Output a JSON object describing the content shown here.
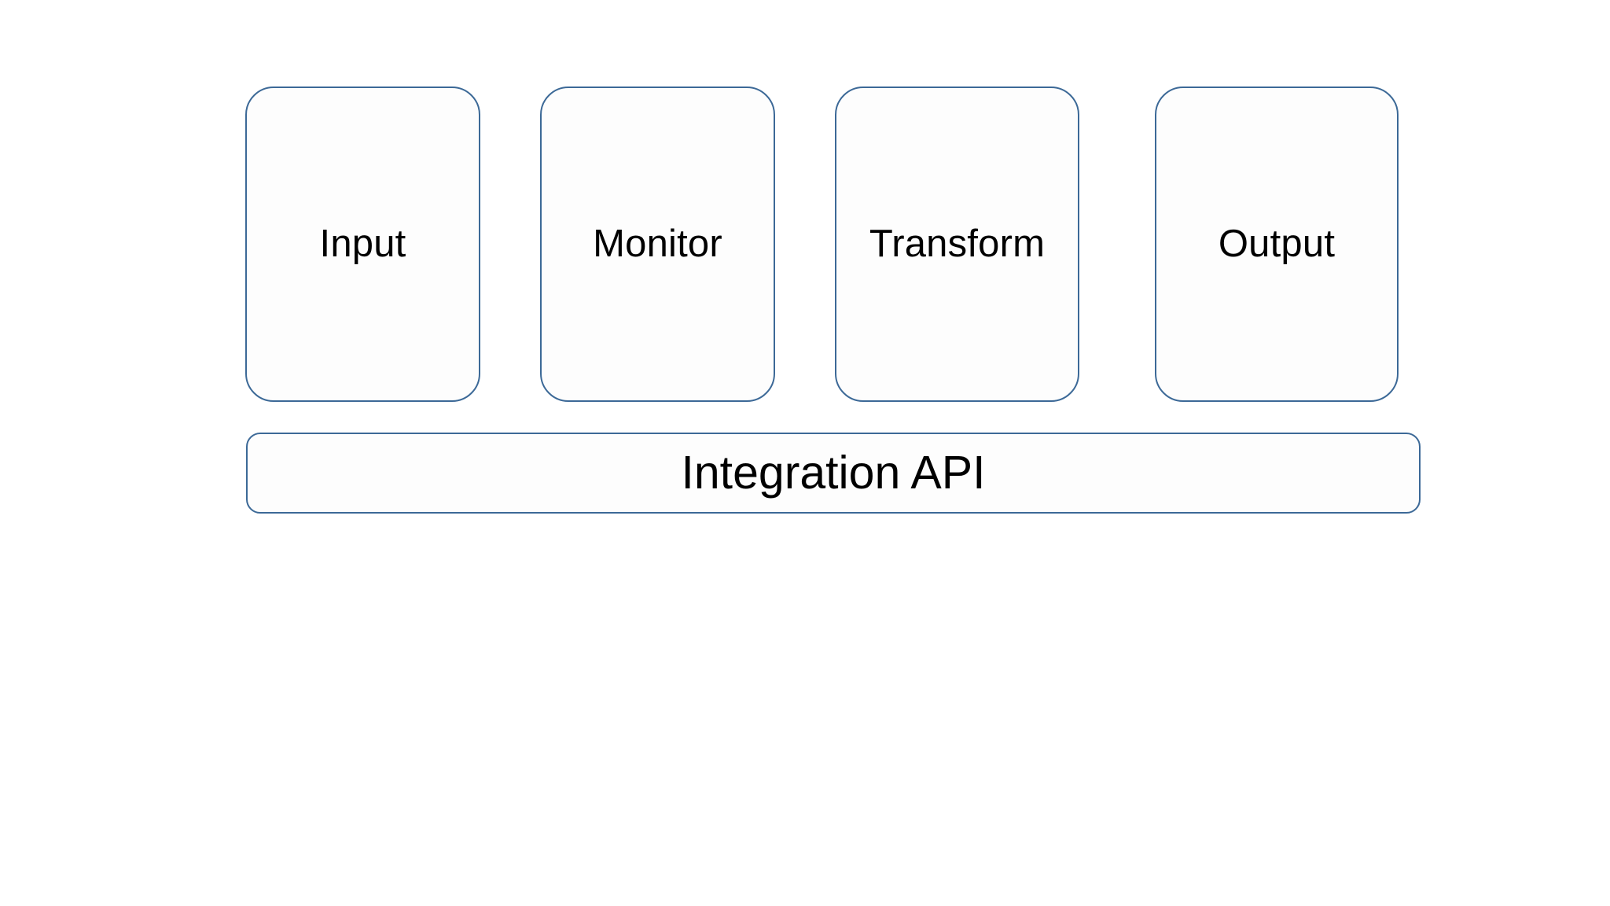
{
  "diagram": {
    "background_color": "#ffffff",
    "border_color": "#3c6997",
    "text_color": "#000000",
    "box_fill_color": "#fdfdfd",
    "stages": [
      {
        "id": "input",
        "label": "Input"
      },
      {
        "id": "monitor",
        "label": "Monitor"
      },
      {
        "id": "transform",
        "label": "Transform"
      },
      {
        "id": "output",
        "label": "Output"
      }
    ],
    "platform_bar": {
      "label": "Integration API"
    }
  }
}
